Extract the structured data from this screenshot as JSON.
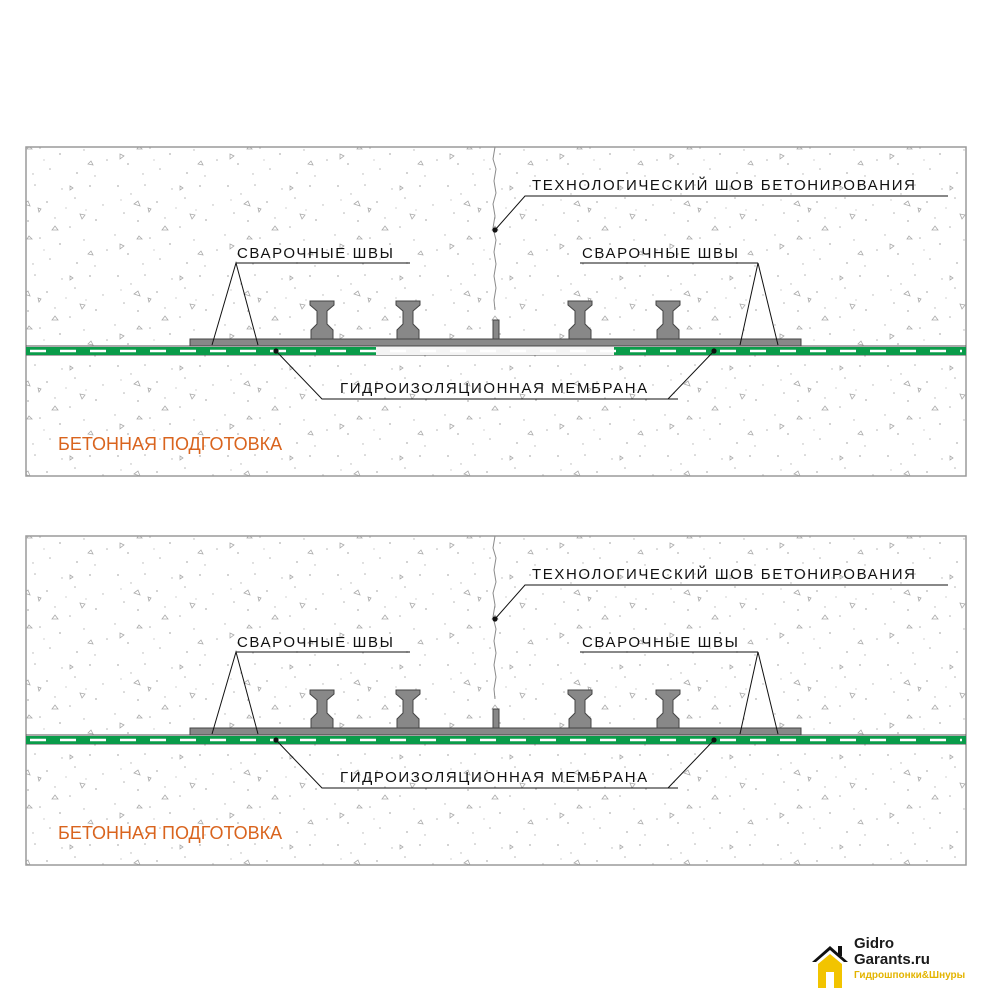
{
  "panels": [
    {
      "id": "top",
      "label_joint": "ТЕХНОЛОГИЧЕСКИЙ ШОВ БЕТОНИРОВАНИЯ",
      "label_welds_left": "СВАРОЧНЫЕ ШВЫ",
      "label_welds_right": "СВАРОЧНЫЕ ШВЫ",
      "label_membrane": "ГИДРОИЗОЛЯЦИОННАЯ МЕМБРАНА",
      "label_prep": "БЕТОННАЯ ПОДГОТОВКА",
      "prep_color": "#d9641e",
      "membrane_mode": "segmented"
    },
    {
      "id": "bottom",
      "label_joint": "ТЕХНОЛОГИЧЕСКИЙ ШОВ БЕТОНИРОВАНИЯ",
      "label_welds_left": "СВАРОЧНЫЕ ШВЫ",
      "label_welds_right": "СВАРОЧНЫЕ ШВЫ",
      "label_membrane": "ГИДРОИЗОЛЯЦИОННАЯ МЕМБРАНА",
      "label_prep": "БЕТОННАЯ ПОДГОТОВКА",
      "prep_color": "#d9641e",
      "membrane_mode": "continuous"
    }
  ],
  "colors": {
    "membrane_green": "#0a9c4a",
    "membrane_dash": "#ffffff",
    "waterstop_gray": "#888888",
    "concrete_border": "#9a9a9a",
    "logo_accent": "#e3b400"
  },
  "logo": {
    "icon": "house-icon",
    "line1": "Gidro",
    "line2": "Garants.ru",
    "tagline": "Гидрошпонки&Шнуры"
  }
}
